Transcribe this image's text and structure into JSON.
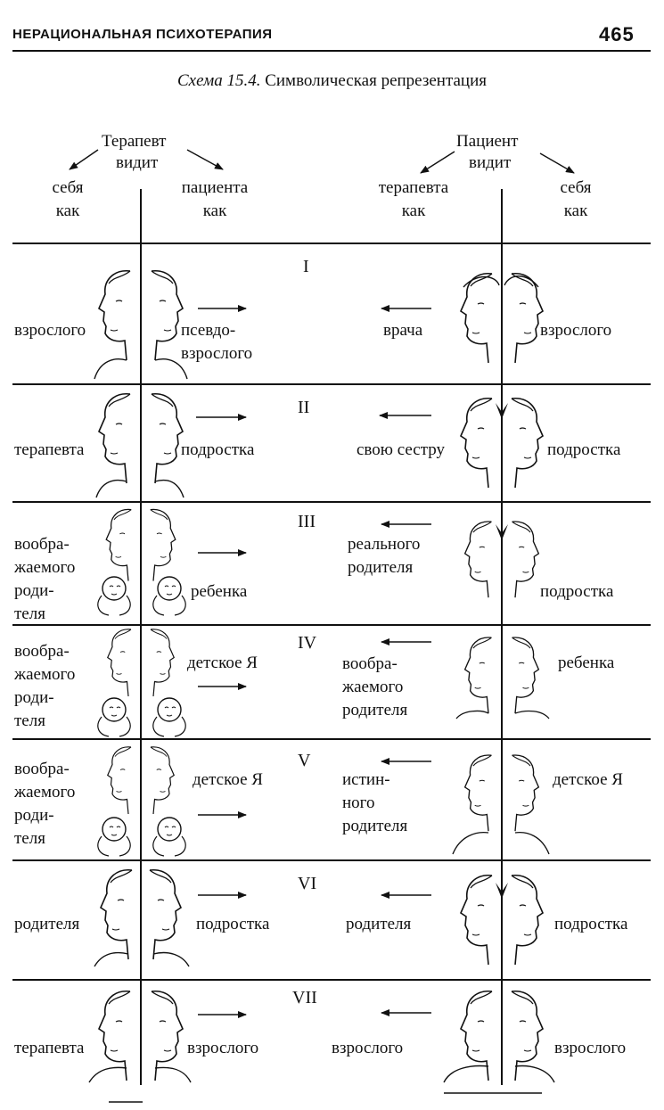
{
  "running_head": "НЕРАЦИОНАЛЬНАЯ ПСИХОТЕРАПИЯ",
  "page_number": "465",
  "caption": {
    "label": "Схема 15.4.",
    "title": "Символическая репрезентация"
  },
  "header": {
    "therapist": {
      "title": "Терапевт",
      "sees": "видит",
      "col_self": "себя\nкак",
      "col_other": "пациента\nкак"
    },
    "patient": {
      "title": "Пациент",
      "sees": "видит",
      "col_other": "терапевта\nкак",
      "col_self": "себя\nкак"
    }
  },
  "rows": [
    {
      "numeral": "I",
      "t_self": "взрослого",
      "t_patient": "псевдо-\nвзрослого",
      "p_therapist": "врача",
      "p_self": "взрослого"
    },
    {
      "numeral": "II",
      "t_self": "терапевта",
      "t_patient": "подростка",
      "p_therapist": "свою сестру",
      "p_self": "подростка"
    },
    {
      "numeral": "III",
      "t_self": "вообра-\nжаемого\nроди-\nтеля",
      "t_patient": "ребенка",
      "p_therapist": "реального\nродителя",
      "p_self": "подростка"
    },
    {
      "numeral": "IV",
      "t_self": "вообра-\nжаемого\nроди-\nтеля",
      "t_patient": "детское Я",
      "p_therapist": "вообра-\nжаемого\nродителя",
      "p_self": "ребенка"
    },
    {
      "numeral": "V",
      "t_self": "вообра-\nжаемого\nроди-\nтеля",
      "t_patient": "детское Я",
      "p_therapist": "истин-\nного\nродителя",
      "p_self": "детское Я"
    },
    {
      "numeral": "VI",
      "t_self": "родителя",
      "t_patient": "подростка",
      "p_therapist": "родителя",
      "p_self": "подростка"
    },
    {
      "numeral": "VII",
      "t_self": "терапевта",
      "t_patient": "взрослого",
      "p_therapist": "взрослого",
      "p_self": "взрослого"
    }
  ]
}
